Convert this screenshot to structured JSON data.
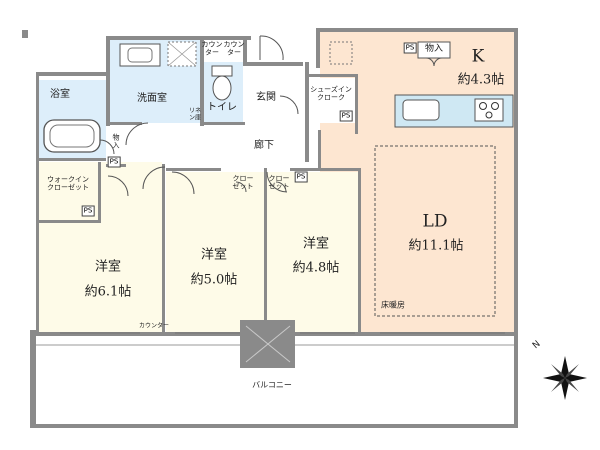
{
  "rooms": {
    "bath": {
      "label": "浴室"
    },
    "washroom": {
      "label": "洗面室"
    },
    "toilet": {
      "label": "トイレ"
    },
    "entrance": {
      "label": "玄関"
    },
    "shoes_closet": {
      "label": "シューズイン\nクローク"
    },
    "hallway": {
      "label": "廊下"
    },
    "walkin_closet": {
      "label": "ウォークイン\nクローゼット"
    },
    "storage_a": {
      "label": "物\n入"
    },
    "storage_k": {
      "label": "物入"
    },
    "kitchen": {
      "label": "K",
      "size": "約4.3帖"
    },
    "ld": {
      "label": "LD",
      "size": "約11.1帖",
      "note": "床暖房"
    },
    "western1": {
      "label": "洋室",
      "size": "約6.1帖"
    },
    "western2": {
      "label": "洋室",
      "size": "約5.0帖"
    },
    "western3": {
      "label": "洋室",
      "size": "約4.8帖"
    },
    "closet1": {
      "label": "クロー\nゼット"
    },
    "closet2": {
      "label": "クロー\nゼット"
    },
    "counter1": {
      "label": "カウン\nター"
    },
    "counter2": {
      "label": "カウン\nター"
    },
    "counter3": {
      "label": "カウンター"
    },
    "linen": {
      "label": "リネ\nン庫"
    },
    "balcony": {
      "label": "バルコニー"
    }
  },
  "ps_label": "PS",
  "compass": {
    "label": "N"
  },
  "colors": {
    "wall": "#8a8a8a",
    "floor_ld": "#fde6d1",
    "floor_bath": "#ddeefa",
    "floor_western": "#fefbe8",
    "floor_hall": "#ffffff",
    "kitchen_counter": "#cfe8f3"
  }
}
